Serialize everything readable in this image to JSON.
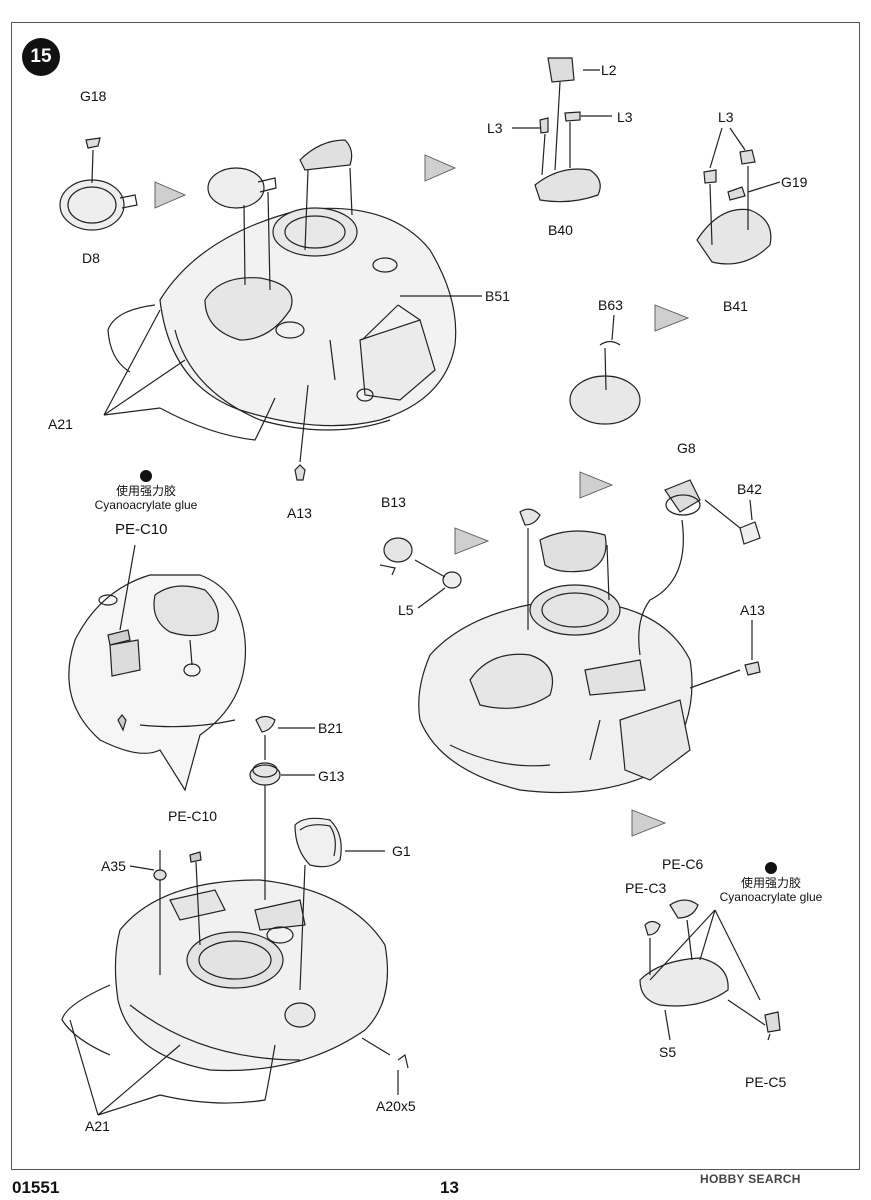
{
  "step": {
    "number": "15"
  },
  "labels": {
    "g18": "G18",
    "d8": "D8",
    "a21_top": "A21",
    "a13_top": "A13",
    "l2": "L2",
    "l3_left": "L3",
    "l3_mid": "L3",
    "b40": "B40",
    "l3_right": "L3",
    "g19": "G19",
    "b41": "B41",
    "b51": "B51",
    "b63": "B63",
    "pe_c10_top": "PE-C10",
    "b13": "B13",
    "l5": "L5",
    "g8": "G8",
    "b42": "B42",
    "a13_mid": "A13",
    "b21": "B21",
    "g13": "G13",
    "pe_c10_low": "PE-C10",
    "g1": "G1",
    "a35": "A35",
    "a21_bottom": "A21",
    "a20x5": "A20x5",
    "pe_c6": "PE-C6",
    "pe_c3": "PE-C3",
    "s5": "S5",
    "pe_c5": "PE-C5"
  },
  "glue_notes": [
    {
      "zh": "使用强力胶",
      "en": "Cyanoacrylate glue"
    },
    {
      "zh": "使用强力胶",
      "en": "Cyanoacrylate glue"
    }
  ],
  "footer": {
    "product_code": "01551",
    "page_number": "13"
  },
  "watermark": {
    "text": "HOBBY SEARCH"
  }
}
